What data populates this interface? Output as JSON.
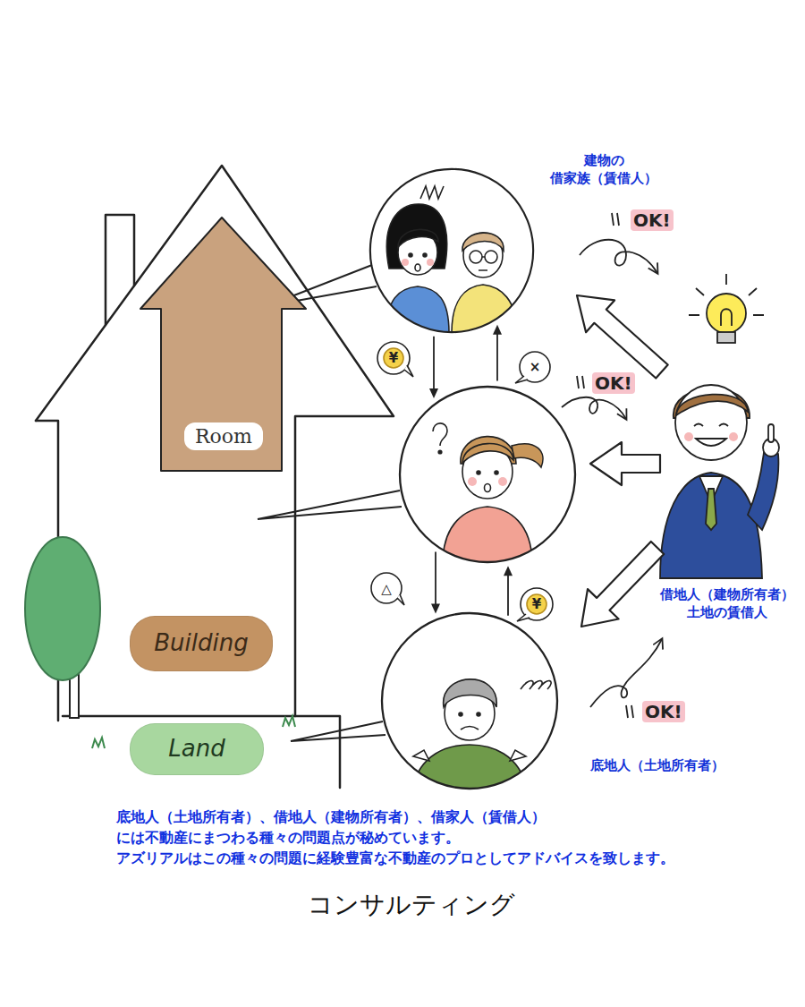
{
  "diagram": {
    "caption": "コンサルティング",
    "nodes": [
      {
        "text": [
          "Room"
        ]
      },
      {
        "text": [
          "Building"
        ]
      },
      {
        "text": [
          "Land"
        ]
      },
      {
        "text": [
          "建物の 借家族（賃借人）"
        ]
      },
      {
        "text": [
          "借地人（建物所有者） 土地の賃借人"
        ]
      },
      {
        "text": [
          "底地人（土地所有者）"
        ]
      }
    ],
    "edges": [
      {
        "from": 3,
        "to": 4,
        "arrow": "to"
      },
      {
        "from": 4,
        "to": 3,
        "arrow": "to"
      },
      {
        "from": 4,
        "to": 5,
        "arrow": "to"
      },
      {
        "from": 5,
        "to": 4,
        "arrow": "to"
      }
    ],
    "labels": [
      "OK!",
      "¥",
      "×",
      "OK!",
      "△",
      "¥",
      "OK!",
      "底地人（土地所有者）、借地人（建物所有者）、借家人（賃借人）",
      "には不動産にまつわる種々の問題点が秘めています。",
      "アズリアルはこの種々の問題に経験豊富な不動産のプロとしてアドバイスを致します。"
    ]
  }
}
